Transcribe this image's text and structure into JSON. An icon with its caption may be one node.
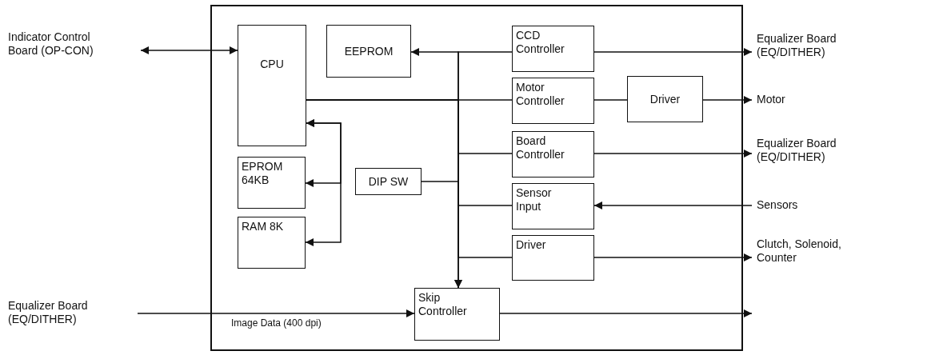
{
  "diagram": {
    "nodes": [
      {
        "text": [],
        "shape": "box"
      },
      {
        "text": [
          "CPU"
        ],
        "in": 0
      },
      {
        "text": [
          "EEPROM"
        ],
        "in": 0
      },
      {
        "text": [
          "CCD Controller"
        ],
        "in": 0
      },
      {
        "text": [
          "Motor Controller"
        ],
        "in": 0
      },
      {
        "text": [
          "Driver"
        ],
        "in": 0
      },
      {
        "text": [
          "EPROM 64KB"
        ],
        "in": 0
      },
      {
        "text": [
          "RAM 8K"
        ],
        "in": 0
      },
      {
        "text": [
          "DIP SW"
        ],
        "in": 0
      },
      {
        "text": [
          "Board Controller"
        ],
        "in": 0
      },
      {
        "text": [
          "Sensor Input"
        ],
        "in": 0
      },
      {
        "text": [
          "Driver"
        ],
        "in": 0
      },
      {
        "text": [
          "Skip Controller"
        ],
        "in": 0
      },
      {
        "text": [
          "Indicator Control Board (OP-CON)"
        ]
      },
      {
        "text": [
          "Equalizer Board (EQ/DITHER)"
        ]
      },
      {
        "text": [
          "Equalizer Board (EQ/DITHER)"
        ]
      },
      {
        "text": [
          "Motor"
        ]
      },
      {
        "text": [
          "Equalizer Board (EQ/DITHER)"
        ]
      },
      {
        "text": [
          "Sensors"
        ]
      },
      {
        "text": [
          "Clutch, Solenoid, Counter"
        ]
      }
    ],
    "edges": [
      {
        "from": 13,
        "to": 1,
        "arrow": "both"
      },
      {
        "from": 1,
        "to": 2,
        "arrow": "to"
      },
      {
        "from": 1,
        "to": 3,
        "arrow": "none"
      },
      {
        "from": 1,
        "to": 4,
        "arrow": "none"
      },
      {
        "from": 1,
        "to": 9,
        "arrow": "none"
      },
      {
        "from": 1,
        "to": 10,
        "arrow": "none"
      },
      {
        "from": 1,
        "to": 11,
        "arrow": "none"
      },
      {
        "from": 1,
        "to": 12,
        "arrow": "to"
      },
      {
        "from": 8,
        "to": 12,
        "arrow": "to"
      },
      {
        "from": 1,
        "to": 6,
        "arrow": "both"
      },
      {
        "from": 1,
        "to": 7,
        "arrow": "both"
      },
      {
        "from": 3,
        "to": 15,
        "arrow": "to"
      },
      {
        "from": 4,
        "to": 5,
        "arrow": "none"
      },
      {
        "from": 5,
        "to": 16,
        "arrow": "to"
      },
      {
        "from": 9,
        "to": 17,
        "arrow": "to"
      },
      {
        "from": 18,
        "to": 10,
        "arrow": "to"
      },
      {
        "from": 11,
        "to": 19,
        "arrow": "to"
      },
      {
        "from": 14,
        "to": 12,
        "arrow": "to",
        "label": "Image Data (400 dpi)"
      },
      {
        "from": 12,
        "to": null,
        "arrow": "to"
      }
    ]
  }
}
